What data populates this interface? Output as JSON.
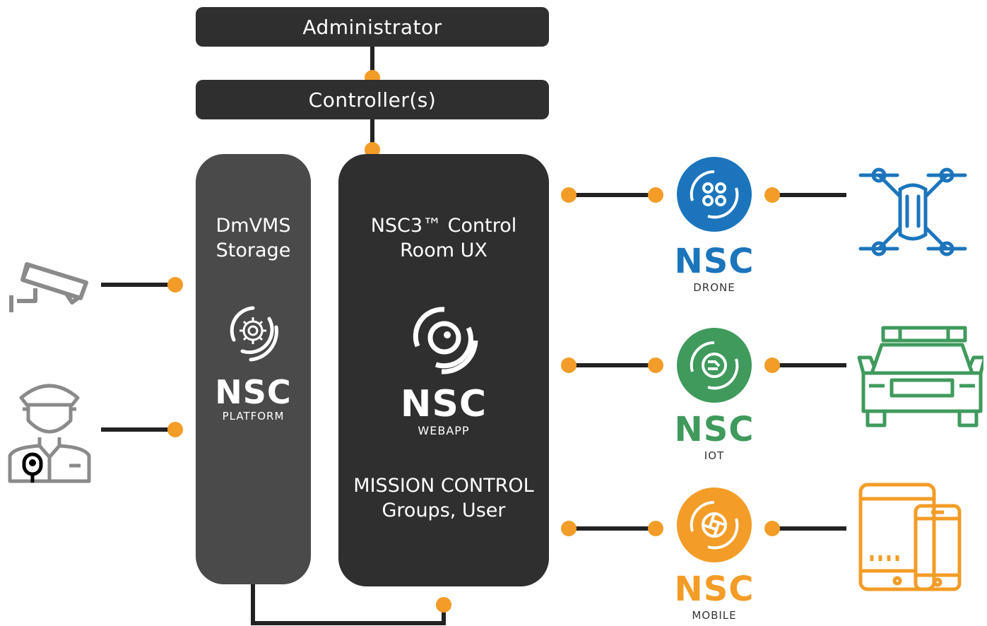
{
  "top": {
    "administrator": "Administrator",
    "controllers": "Controller(s)"
  },
  "storage": {
    "title_line1": "DmVMS",
    "title_line2": "Storage",
    "brand": "NSC",
    "sub": "PLATFORM"
  },
  "control_room": {
    "title_line1": "NSC3™ Control",
    "title_line2": "Room UX",
    "brand": "NSC",
    "sub": "WEBAPP",
    "footer_line1": "MISSION CONTROL",
    "footer_line2": "Groups, User"
  },
  "nodes": [
    {
      "brand": "NSC",
      "sub": "DRONE",
      "color": "#1c75bc",
      "device_icon": "drone-icon",
      "badge_icon": "drone-badge-icon"
    },
    {
      "brand": "NSC",
      "sub": "IOT",
      "color": "#3f9a5c",
      "device_icon": "police-car-icon",
      "badge_icon": "iot-chip-badge-icon"
    },
    {
      "brand": "NSC",
      "sub": "MOBILE",
      "color": "#f39c27",
      "device_icon": "tablet-phone-icon",
      "badge_icon": "shutter-badge-icon"
    }
  ],
  "left_devices": [
    {
      "icon": "cctv-camera-icon"
    },
    {
      "icon": "security-officer-bodycam-icon"
    }
  ],
  "colors": {
    "dark": "#2f2f2f",
    "storage_column": "#4a4a4a",
    "connector_dot": "#f39c27",
    "wire": "#222222",
    "device_gray": "#8a8a8a"
  }
}
